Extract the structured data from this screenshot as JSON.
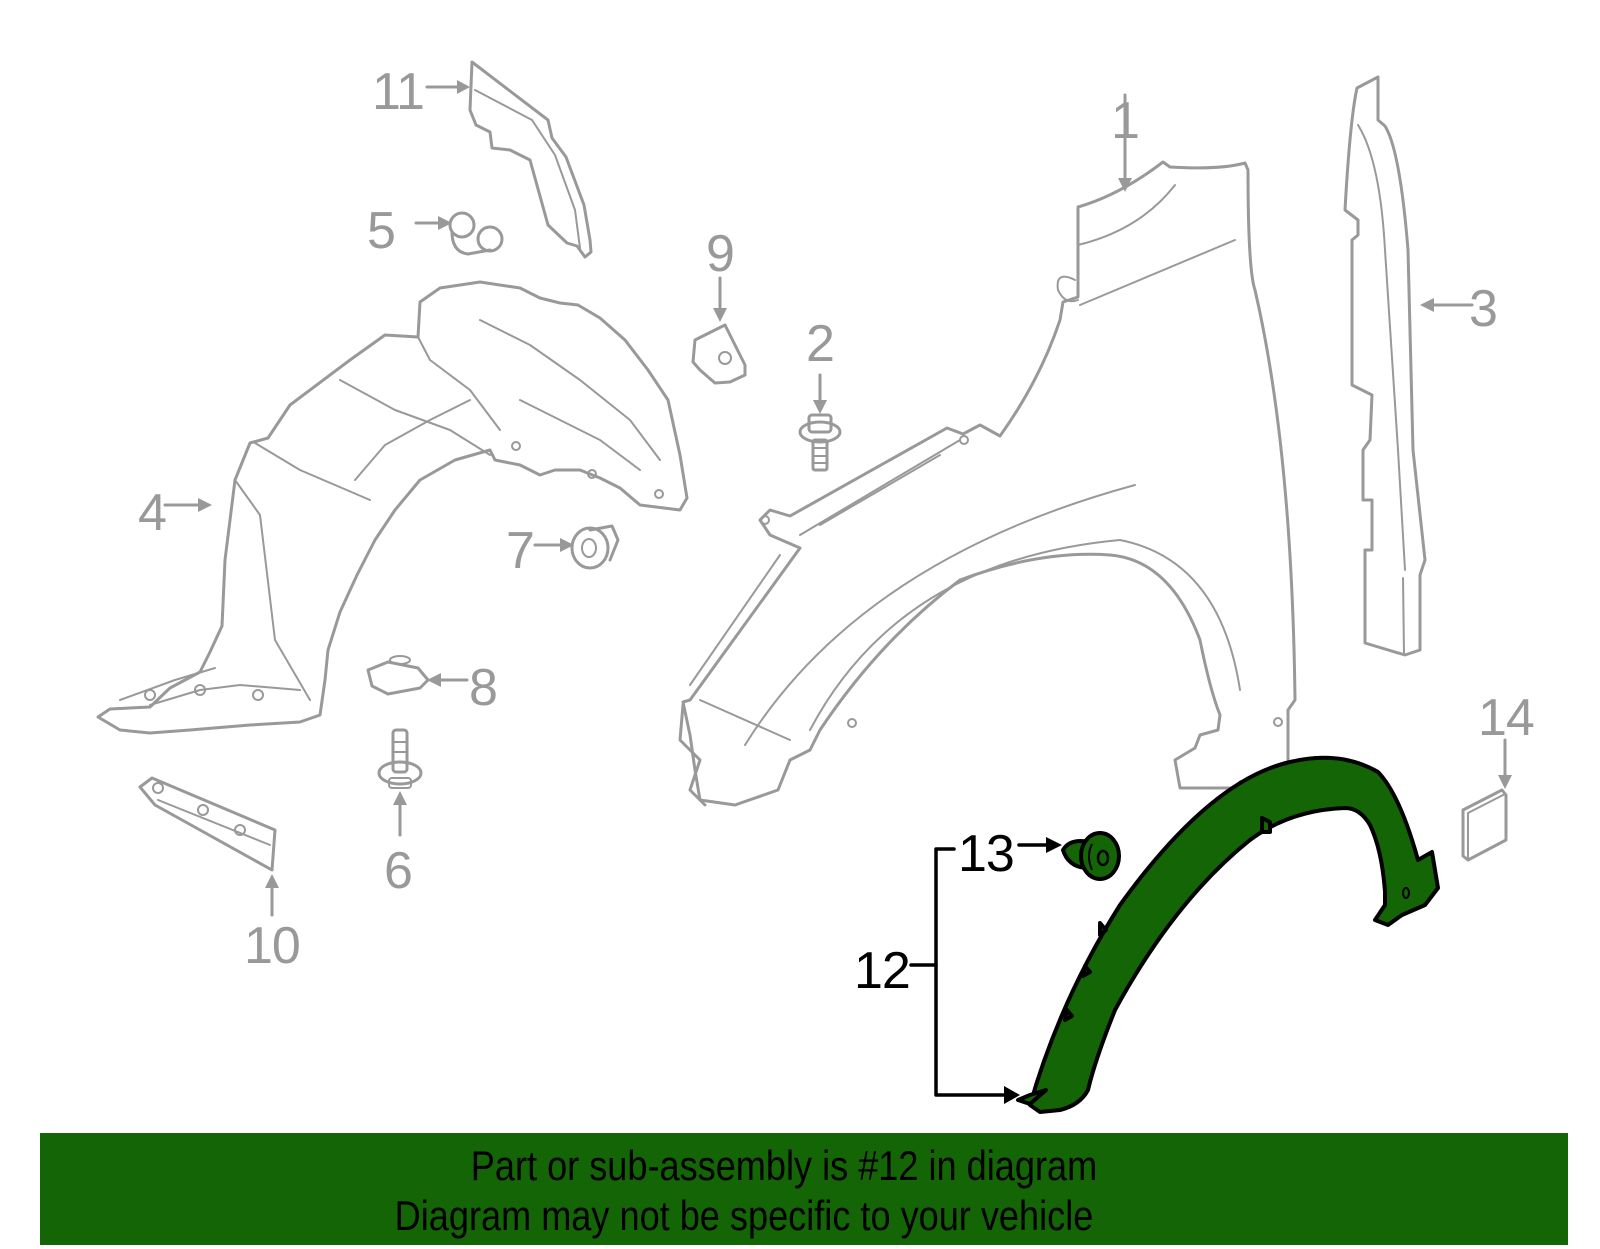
{
  "diagram": {
    "type": "exploded-parts-diagram",
    "subject": "Front fender assembly",
    "highlight_color": "#146505",
    "line_color": "#999999",
    "highlighted_part": "12",
    "callouts": [
      {
        "number": "1",
        "part": "fender",
        "highlighted": false
      },
      {
        "number": "2",
        "part": "bolt",
        "highlighted": false
      },
      {
        "number": "3",
        "part": "seal",
        "highlighted": false
      },
      {
        "number": "4",
        "part": "fender-liner",
        "highlighted": false
      },
      {
        "number": "5",
        "part": "clip",
        "highlighted": false
      },
      {
        "number": "6",
        "part": "bolt",
        "highlighted": false
      },
      {
        "number": "7",
        "part": "clip",
        "highlighted": false
      },
      {
        "number": "8",
        "part": "u-nut",
        "highlighted": false
      },
      {
        "number": "9",
        "part": "bracket-clip",
        "highlighted": false
      },
      {
        "number": "10",
        "part": "bracket",
        "highlighted": false
      },
      {
        "number": "11",
        "part": "insulator",
        "highlighted": false
      },
      {
        "number": "12",
        "part": "wheel-opening-molding",
        "highlighted": true
      },
      {
        "number": "13",
        "part": "clip",
        "highlighted": true
      },
      {
        "number": "14",
        "part": "pad",
        "highlighted": false
      }
    ]
  },
  "banner": {
    "line1": "Part or sub-assembly is #12 in diagram",
    "line2": "Diagram may not be specific to your vehicle",
    "background": "#146505"
  }
}
